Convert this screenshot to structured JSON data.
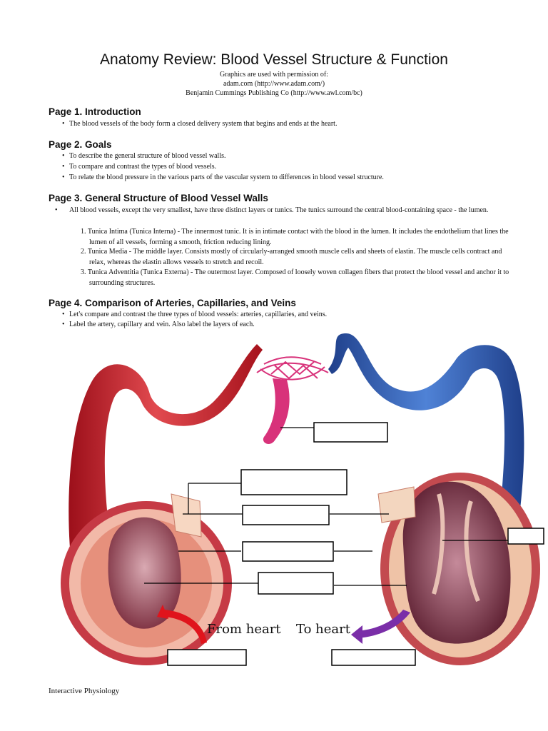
{
  "title": "Anatomy Review: Blood Vessel Structure & Function",
  "credits": [
    "Graphics are used with permission of:",
    "adam.com (http://www.adam.com/)",
    "Benjamin Cummings Publishing Co (http://www.awl.com/bc)"
  ],
  "page1": {
    "heading": "Page 1.  Introduction",
    "bullets": [
      "The blood vessels of the body form a closed delivery system that begins and ends at the heart."
    ]
  },
  "page2": {
    "heading": "Page 2.  Goals",
    "bullets": [
      "To describe the general structure of blood vessel walls.",
      "To compare and contrast the types of blood vessels.",
      "To relate the blood pressure in the various parts of the vascular system to differences in blood vessel structure."
    ]
  },
  "page3": {
    "heading": "Page 3.  General Structure of Blood Vessel Walls",
    "bullet": "All blood vessels, except the very smallest, have three distinct layers or tunics.  The tunics surround the central blood-containing space - the lumen.",
    "items": [
      "1. Tunica Intima (Tunica Interna) - The innermost tunic. It is in intimate contact with the blood in the lumen. It includes the endothelium that lines the lumen of all vessels, forming a smooth, friction reducing lining.",
      "2. Tunica Media - The middle layer.  Consists mostly of circularly-arranged smooth muscle cells and sheets of elastin. The muscle cells contract and relax, whereas the elastin allows vessels to stretch and recoil.",
      "3. Tunica Adventitia (Tunica Externa) -  The outermost layer.  Composed of loosely woven collagen fibers that protect the blood vessel and anchor it to surrounding structures."
    ]
  },
  "page4": {
    "heading": "Page 4.  Comparison of Arteries, Capillaries, and Veins",
    "bullets": [
      "Let's compare and contrast the three types of blood vessels: arteries, capillaries, and veins.",
      "Label the artery, capillary and vein. Also label the layers of each."
    ]
  },
  "figure": {
    "from_heart": "From heart",
    "to_heart": "To heart",
    "colors": {
      "artery": "#c8202a",
      "vein": "#2d5fb8",
      "capillary": "#d8327a",
      "arrow_red": "#e0141c",
      "arrow_purple": "#7a2ea8"
    }
  },
  "footer": "Interactive Physiology"
}
